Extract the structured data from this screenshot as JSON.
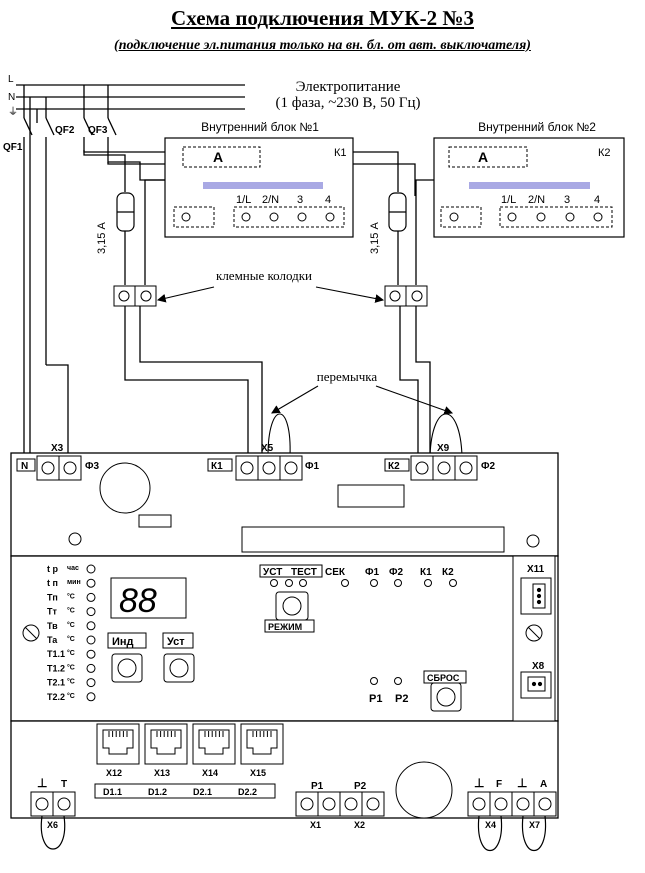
{
  "title": "Схема подключения МУК-2 №3",
  "subtitle": "(подключение эл.питания только на вн. бл. от авт. выключателя)",
  "power": {
    "line1": "Электропитание",
    "line2": "(1 фаза, ~230 В, 50 Гц)",
    "L": "L",
    "N": "N"
  },
  "breakers": {
    "qf1": "QF1",
    "qf2": "QF2",
    "qf3": "QF3"
  },
  "unit1": {
    "title": "Внутренний блок №1",
    "k": "К1",
    "valve": "A",
    "terms": [
      "1/L",
      "2/N",
      "3",
      "4"
    ]
  },
  "unit2": {
    "title": "Внутренний блок №2",
    "k": "К2",
    "valve": "A",
    "terms": [
      "1/L",
      "2/N",
      "3",
      "4"
    ]
  },
  "fuse": "3,15 А",
  "labels": {
    "terminal_blocks": "клемные колодки",
    "jumper": "перемычка"
  },
  "board": {
    "x3": "X3",
    "x5": "X5",
    "x9": "X9",
    "n": "N",
    "f3": "Ф3",
    "k1": "К1",
    "f1": "Ф1",
    "k2": "К2",
    "f2": "Ф2"
  },
  "display": {
    "digits": "88",
    "indicators": [
      {
        "sym": "t",
        "sub": "р",
        "unit": "час"
      },
      {
        "sym": "t",
        "sub": "п",
        "unit": "мин"
      },
      {
        "sym": "Тп",
        "sub": "",
        "unit": "°С"
      },
      {
        "sym": "Тт",
        "sub": "",
        "unit": "°С"
      },
      {
        "sym": "Тв",
        "sub": "",
        "unit": "°С"
      },
      {
        "sym": "Та",
        "sub": "",
        "unit": "°С"
      },
      {
        "sym": "Т1.1",
        "sub": "",
        "unit": "°С"
      },
      {
        "sym": "Т1.2",
        "sub": "",
        "unit": "°С"
      },
      {
        "sym": "Т2.1",
        "sub": "",
        "unit": "°С"
      },
      {
        "sym": "Т2.2",
        "sub": "",
        "unit": "°С"
      }
    ],
    "buttons": {
      "ind": "Инд",
      "ust": "Уст",
      "mode": "РЕЖИМ",
      "reset": "СБРОС"
    },
    "status_labels": [
      "УСТ",
      "ТЕСТ",
      "СЕК",
      "Ф1",
      "Ф2",
      "К1",
      "К2"
    ],
    "p1": "Р1",
    "p2": "Р2",
    "x11": "X11",
    "x8": "X8"
  },
  "bottom": {
    "ports": [
      "X12",
      "X13",
      "X14",
      "X15"
    ],
    "dlabels": [
      "D1.1",
      "D1.2",
      "D2.1",
      "D2.2"
    ],
    "ground": "⊥",
    "t": "T",
    "p1": "P1",
    "p2": "P2",
    "f": "F",
    "a": "A",
    "x6": "X6",
    "x1": "X1",
    "x2": "X2",
    "x4": "X4",
    "x7": "X7"
  }
}
